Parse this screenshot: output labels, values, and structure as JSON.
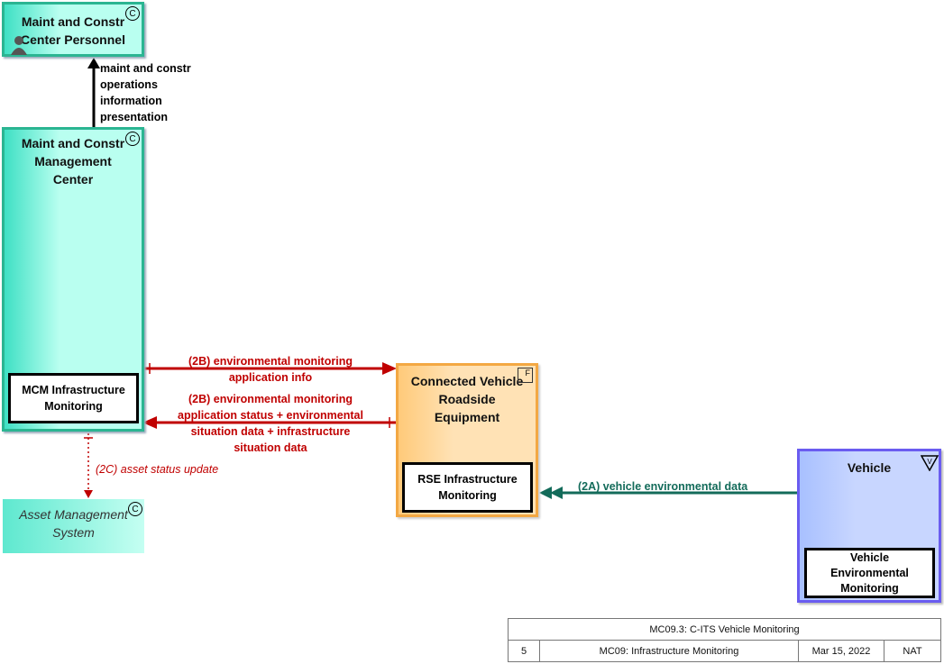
{
  "nodes": {
    "personnel": {
      "title": "Maint and Constr Center Personnel",
      "badge": "C"
    },
    "mcm": {
      "title": "Maint and Constr Management Center",
      "badge": "C",
      "inner": "MCM Infrastructure Monitoring"
    },
    "rse": {
      "title": "Connected Vehicle Roadside Equipment",
      "badge": "F",
      "inner": "RSE Infrastructure Monitoring"
    },
    "vehicle": {
      "title": "Vehicle",
      "badge": "V",
      "inner": "Vehicle Environmental Monitoring"
    },
    "asset": {
      "title": "Asset Management System",
      "badge": "C"
    }
  },
  "flows": {
    "presentation": "maint and constr operations information presentation",
    "f2b_info": "(2B) environmental monitoring application info",
    "f2b_status": "(2B) environmental monitoring application status + environmental situation data + infrastructure situation data",
    "f2c": "(2C) asset status update",
    "f2a": "(2A) vehicle environmental data"
  },
  "title_block": {
    "diagram_title": "MC09.3: C-ITS Vehicle Monitoring",
    "page": "5",
    "package": "MC09: Infrastructure Monitoring",
    "date": "Mar 15, 2022",
    "author": "NAT"
  },
  "colors": {
    "red_flow": "#c00000",
    "green_flow": "#136b5a",
    "teal_border": "#2bb592",
    "orange_border": "#f3a843",
    "blue_border": "#6a5cf0"
  }
}
